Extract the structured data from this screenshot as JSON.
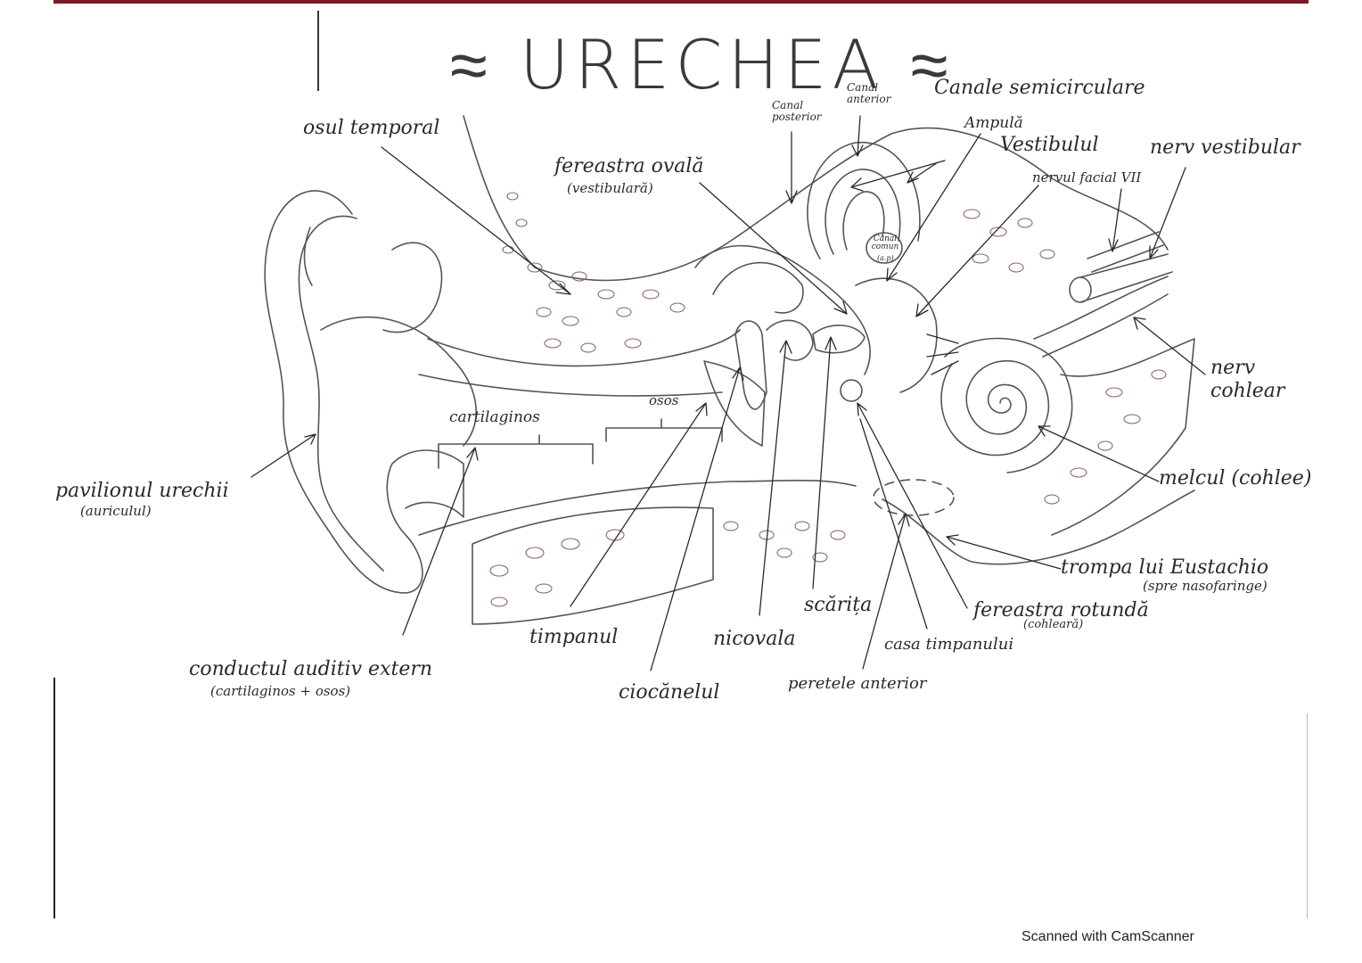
{
  "title": "≈ URECHEA ≈",
  "labels": {
    "osul_temporal": "osul temporal",
    "fereastra_ovala": "fereastra ovală",
    "fereastra_ovala_sub": "(vestibulară)",
    "canal_posterior": "Canal posterior",
    "canal_anterior": "Canal anterior",
    "canale_semicirculare": "Canale semicirculare",
    "ampula": "Ampulă",
    "vestibulul": "Vestibulul",
    "nervul_facial": "nervul facial VII",
    "nerv_vestibular": "nerv vestibular",
    "canal_comun": "Canal comun",
    "canal_comun_sub": "(a.p)",
    "nerv_cohlear_1": "nerv",
    "nerv_cohlear_2": "cohlear",
    "melcul": "melcul (cohlee)",
    "trompa": "trompa lui Eustachio",
    "trompa_sub": "(spre nasofaringe)",
    "fereastra_rotunda": "fereastra rotundă",
    "fereastra_rotunda_sub": "(cohleară)",
    "casa_timpanului": "casa timpanului",
    "peretele_anterior": "peretele anterior",
    "scarita": "scărița",
    "nicovala": "nicovala",
    "ciocanelul": "ciocănelul",
    "timpanul": "timpanul",
    "conductul": "conductul auditiv extern",
    "conductul_sub": "(cartilaginos + osos)",
    "pavilionul": "pavilionul urechii",
    "pavilionul_sub": "(auriculul)",
    "cartilaginos": "cartilaginos",
    "osos": "osos"
  },
  "footer": {
    "scanner": "Scanned with CamScanner"
  },
  "colors": {
    "ink": "#2a2a2a",
    "pencil": "#555555",
    "dots": "#8a6a6a",
    "border": "#7a1a2a"
  }
}
